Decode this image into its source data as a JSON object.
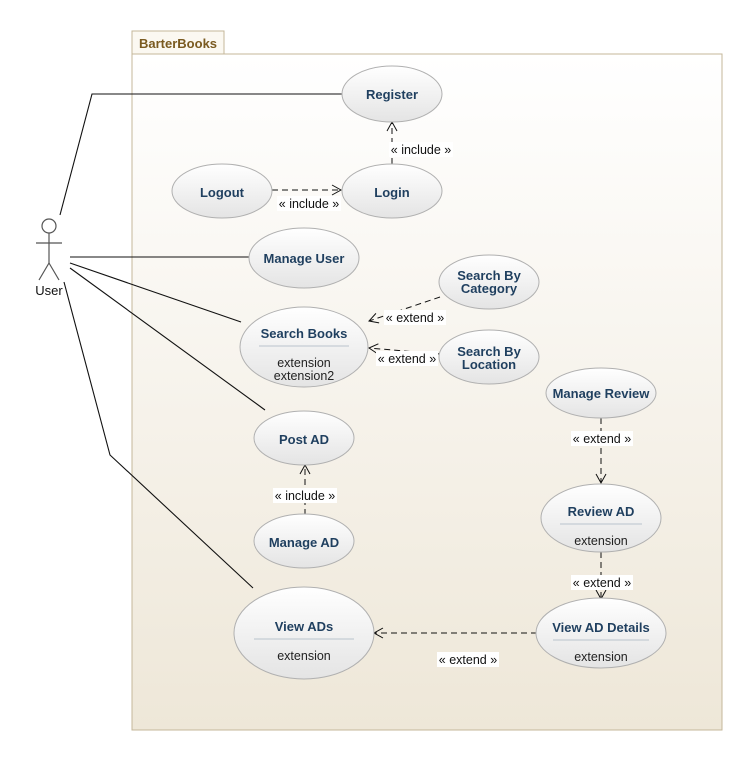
{
  "system": {
    "name": "BarterBooks"
  },
  "actor": {
    "name": "User"
  },
  "use_cases": {
    "register": {
      "name": "Register"
    },
    "logout": {
      "name": "Logout"
    },
    "login": {
      "name": "Login"
    },
    "manage_user": {
      "name": "Manage User"
    },
    "search_by_category": {
      "line1": "Search By",
      "line2": "Category"
    },
    "search_books": {
      "name": "Search Books",
      "ext1": "extension",
      "ext2": "extension2"
    },
    "search_by_location": {
      "line1": "Search By",
      "line2": "Location"
    },
    "manage_review": {
      "name": "Manage Review"
    },
    "post_ad": {
      "name": "Post AD"
    },
    "review_ad": {
      "name": "Review AD",
      "ext1": "extension"
    },
    "manage_ad": {
      "name": "Manage AD"
    },
    "view_ads": {
      "name": "View ADs",
      "ext1": "extension"
    },
    "view_ad_details": {
      "name": "View AD Details",
      "ext1": "extension"
    }
  },
  "relations": {
    "login_include_register": "« include »",
    "logout_include_login": "« include »",
    "category_extend_search": "« extend »",
    "location_extend_search": "« extend »",
    "manageread_extend_review": "« extend »",
    "managead_include_postad": "« include »",
    "review_extend_details": "« extend »",
    "details_extend_viewads": "« extend »"
  },
  "colors": {
    "package_border": "#c4b79a",
    "package_fill_top": "#ffffff",
    "package_fill_bottom": "#efe8da",
    "ellipse_fill_top": "#ffffff",
    "ellipse_fill_bottom": "#e6e6e6",
    "ellipse_stroke": "#b0b0b0",
    "usecase_text": "#1f3f5f"
  }
}
